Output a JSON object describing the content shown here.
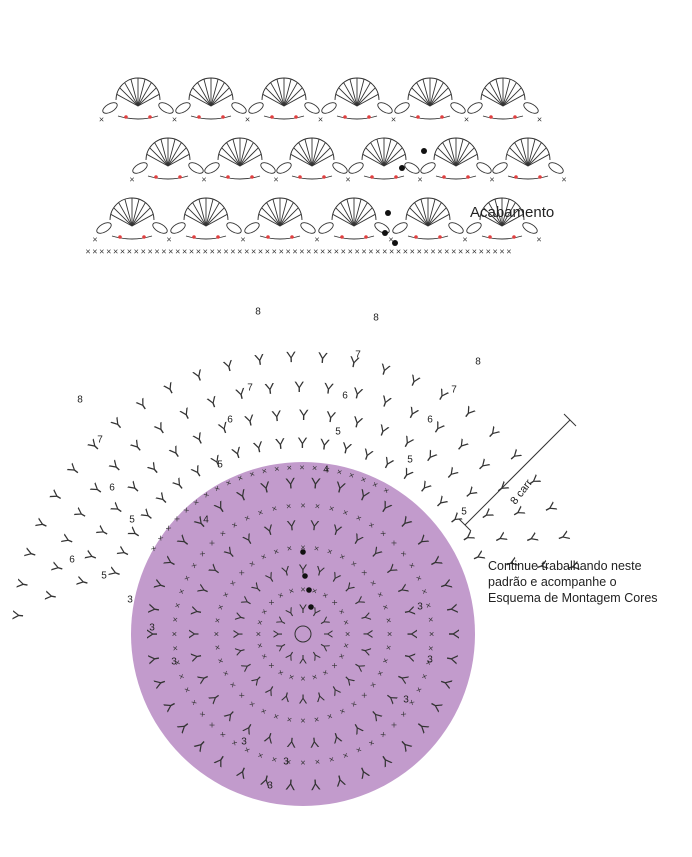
{
  "finishing": {
    "label": "Acabamento"
  },
  "note": {
    "lines": [
      "Continue trabalhando neste",
      "padrão e acompanhe o",
      "Esquema de Montagem Cores"
    ]
  },
  "measure": {
    "label": "8 carr"
  },
  "round_numbers": [
    "3",
    "4",
    "5",
    "6",
    "7",
    "8"
  ],
  "symbols": {
    "chain": "○",
    "single_crochet": "×",
    "double_crochet": "Y"
  },
  "colors": {
    "circle_fill": "#c29bcc",
    "line": "#333333",
    "accent_red": "#e04040",
    "marker": "#111111",
    "background": "#ffffff"
  }
}
